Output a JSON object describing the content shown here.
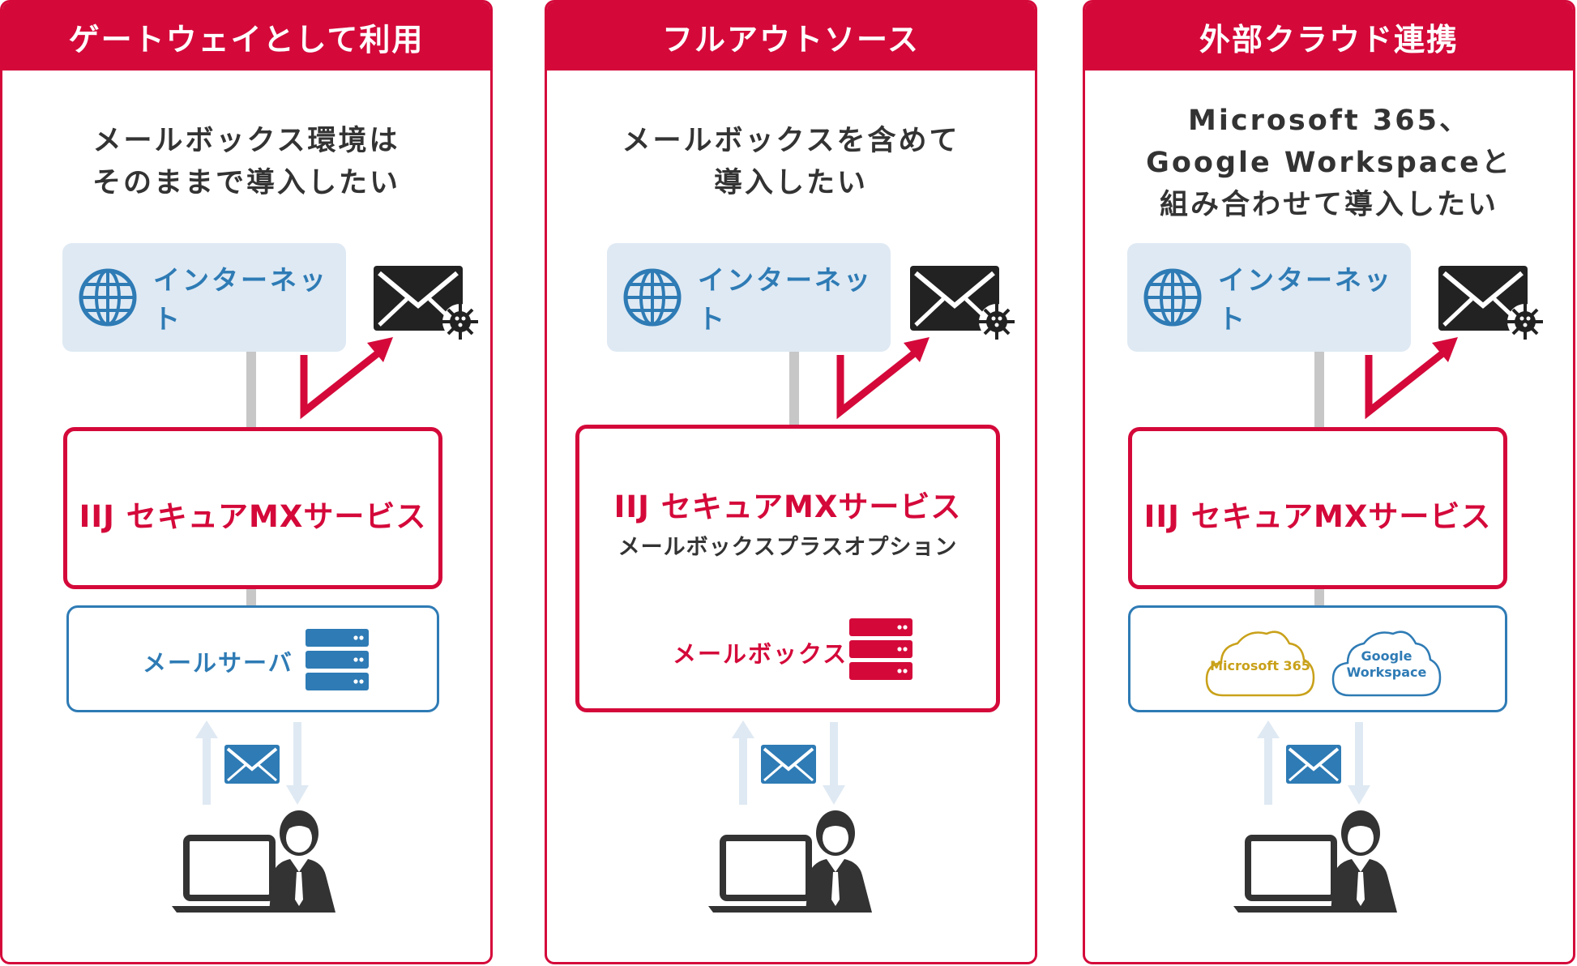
{
  "colors": {
    "brand_red": "#d4093a",
    "accent_blue": "#2e7bb5",
    "light_blue": "#dfe9f3",
    "connector_gray": "#c7c7c7",
    "text_dark": "#333333",
    "ms365_gold": "#c9a11a"
  },
  "panels": [
    {
      "header": "ゲートウェイとして利用",
      "lead": [
        "メールボックス環境は",
        "そのままで導入したい"
      ],
      "internet_label": "インターネット",
      "service": {
        "title": "IIJ セキュアMXサービス"
      },
      "backend": {
        "label": "メールサーバ",
        "icon": "server-icon"
      }
    },
    {
      "header": "フルアウトソース",
      "lead": [
        "メールボックスを含めて",
        "導入したい"
      ],
      "internet_label": "インターネット",
      "service": {
        "title": "IIJ セキュアMXサービス",
        "subtitle": "メールボックスプラスオプション"
      },
      "backend": {
        "label": "メールボックス",
        "icon": "server-icon"
      }
    },
    {
      "header": "外部クラウド連携",
      "lead": [
        "Microsoft 365、",
        "Google Workspaceと",
        "組み合わせて導入したい"
      ],
      "internet_label": "インターネット",
      "service": {
        "title": "IIJ セキュアMXサービス"
      },
      "backend": {
        "clouds": [
          {
            "label": "Microsoft 365",
            "icon": "cloud-icon"
          },
          {
            "label_lines": [
              "Google",
              "Workspace"
            ],
            "icon": "cloud-icon"
          }
        ]
      }
    }
  ],
  "icons": [
    "globe-icon",
    "virus-mail-icon",
    "mail-icon",
    "laptop-icon",
    "user-icon",
    "arrow-icon"
  ]
}
